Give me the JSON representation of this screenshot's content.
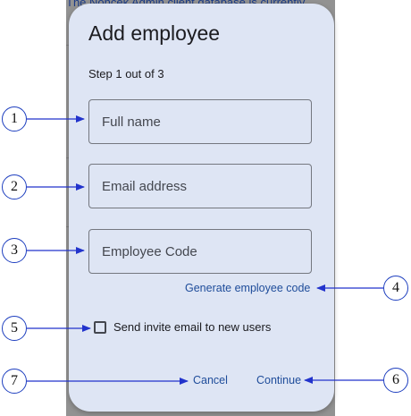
{
  "backdrop": {
    "text": "The Nohcek Admin client database is currently"
  },
  "dialog": {
    "title": "Add employee",
    "step": "Step 1 out of 3",
    "fields": {
      "full_name_placeholder": "Full name",
      "email_placeholder": "Email address",
      "employee_code_placeholder": "Employee Code"
    },
    "generate_code_label": "Generate employee code",
    "invite_checkbox": {
      "label": "Send invite email to new users",
      "checked": false
    },
    "cancel_label": "Cancel",
    "continue_label": "Continue"
  },
  "callouts": [
    "1",
    "2",
    "3",
    "4",
    "5",
    "6",
    "7"
  ],
  "colors": {
    "dialog_bg": "#dee5f4",
    "accent": "#1e4c9a",
    "callout_border": "#1e3fbf",
    "arrow": "#2233cc"
  }
}
